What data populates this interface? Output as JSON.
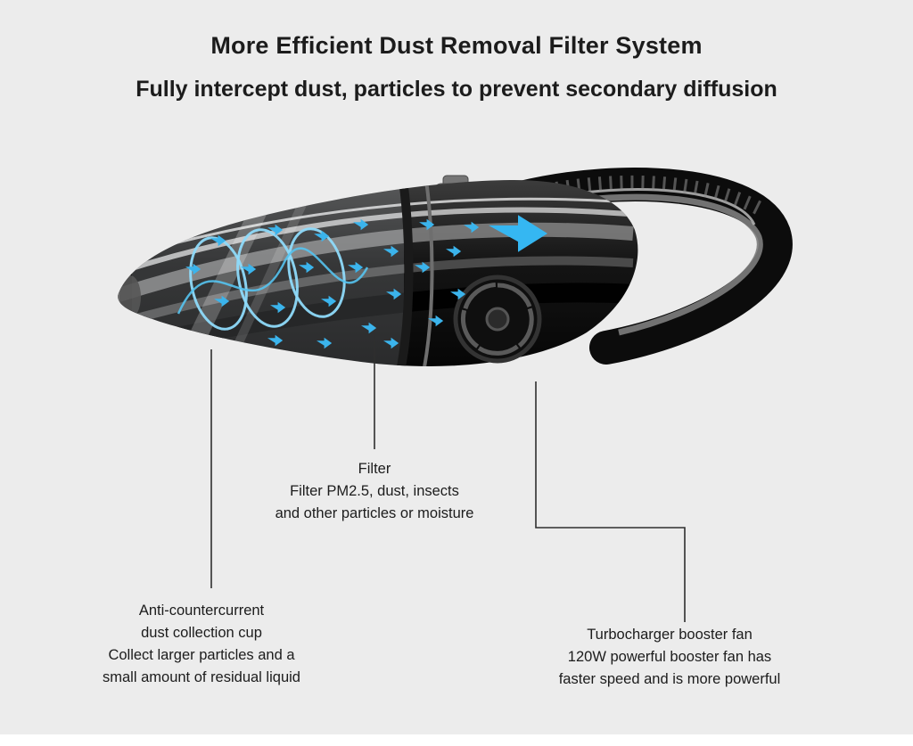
{
  "theme": {
    "background": "#ececec",
    "arrow-blue": "#3bb4ec",
    "text-color": "#1c1c1c",
    "line-color": "#2f2f2f"
  },
  "header": {
    "title": "More Efficient Dust Removal Filter System",
    "subtitle": "Fully intercept dust, particles to prevent secondary diffusion"
  },
  "callouts": {
    "filter": {
      "lines": [
        "Filter",
        "Filter PM2.5, dust, insects",
        "and other particles or moisture"
      ]
    },
    "dust_cup": {
      "lines": [
        "Anti-countercurrent",
        "dust collection cup",
        "Collect larger particles and a",
        "small amount of residual liquid"
      ]
    },
    "booster_fan": {
      "lines": [
        "Turbocharger booster fan",
        "120W powerful booster fan has",
        "faster speed and is more powerful"
      ]
    }
  }
}
